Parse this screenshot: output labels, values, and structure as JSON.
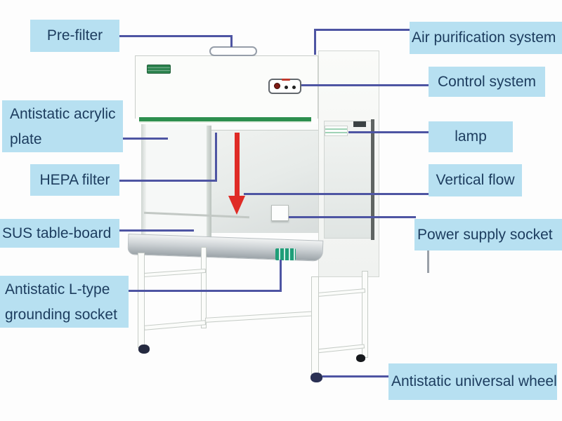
{
  "diagram": {
    "labels": {
      "pre_filter": "Pre-filter",
      "antistatic_acrylic_plate": "Antistatic acrylic\nplate",
      "hepa_filter": "HEPA filter",
      "sus_table_board": "SUS table-board",
      "antistatic_l_type_grounding_socket": "Antistatic L-type\ngrounding socket",
      "air_purification_system": "Air purification system",
      "control_system": "Control system",
      "lamp": "lamp",
      "vertical_flow": "Vertical flow",
      "power_supply_socket": "Power supply socket",
      "antistatic_universal_wheel": "Antistatic universal wheel"
    },
    "icons": {
      "vertical_flow_arrow": "red-down-arrow"
    }
  },
  "colors": {
    "label-bg": "#b7e0f1",
    "label-text": "#1c3c5e",
    "line": "#4e55a3",
    "line-gray": "#9aa0a8",
    "arrow-red": "#df2b26",
    "strip-green": "#2d8f4e",
    "socket-green": "#1f9e78",
    "cab-bg": "#fbfcfa",
    "cab-border": "#c9cec9"
  }
}
